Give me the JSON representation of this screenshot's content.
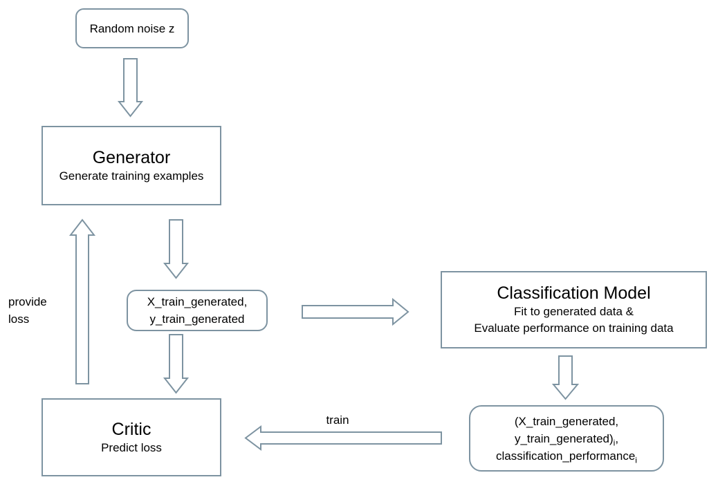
{
  "diagram": {
    "background_color": "#ffffff",
    "stroke_color": "#7d93a1",
    "text_color": "#000000"
  },
  "nodes": {
    "random_noise": {
      "label": "Random noise z"
    },
    "generator": {
      "title": "Generator",
      "subtitle": "Generate training examples"
    },
    "generated_data": {
      "line1": "X_train_generated,",
      "line2": "y_train_generated"
    },
    "classification_model": {
      "title": "Classification Model",
      "subtitle_line1": "Fit to generated data &",
      "subtitle_line2": "Evaluate performance on training data"
    },
    "generated_tuple": {
      "line1": "(X_train_generated,",
      "line2_text": "y_train_generated)",
      "line2_subscript": "i",
      "line2_suffix": ",",
      "line3_text": "classification_performance",
      "line3_subscript": "i"
    },
    "critic": {
      "title": "Critic",
      "subtitle": "Predict loss"
    }
  },
  "edge_labels": {
    "provide_loss": "provide\nloss",
    "train": "train"
  }
}
